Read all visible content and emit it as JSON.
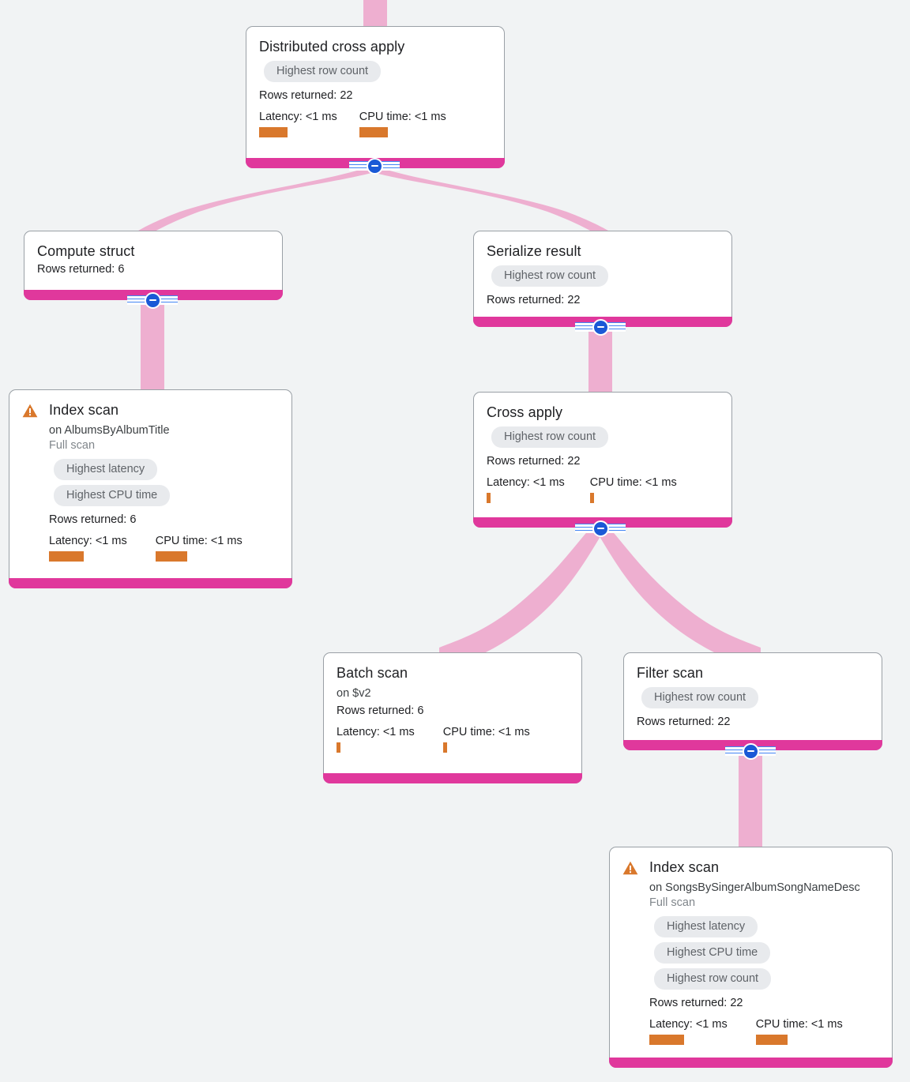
{
  "diagram": {
    "kind": "query-execution-plan",
    "background_color": "#f1f3f4",
    "colors": {
      "edge": "#eeafd0",
      "node_footer": "#e0389c",
      "metric_bar": "#d9782c",
      "chip_bg": "#e8eaed",
      "chip_text": "#5f6368",
      "warning": "#d9782c",
      "toggle": "#1a59d6"
    },
    "labels": {
      "rows_prefix": "Rows returned:",
      "latency_label": "Latency:",
      "cpu_label": "CPU time:",
      "on_prefix": "on",
      "toggle_title": "Collapse node"
    }
  },
  "nodes": [
    {
      "id": "distributed-cross-apply",
      "title": "Distributed cross apply",
      "subtitle": null,
      "scan_type": null,
      "warning": false,
      "chips": [
        "Highest row count"
      ],
      "rows_returned": "Rows returned: 22",
      "latency": "Latency: <1 ms",
      "cpu_time": "CPU time: <1 ms",
      "latency_bar_width": 36,
      "cpu_bar_width": 36,
      "has_toggle": true
    },
    {
      "id": "compute-struct",
      "title": "Compute struct",
      "subtitle": null,
      "scan_type": null,
      "warning": false,
      "chips": [],
      "rows_returned": "Rows returned: 6",
      "latency": null,
      "cpu_time": null,
      "latency_bar_width": 0,
      "cpu_bar_width": 0,
      "has_toggle": true
    },
    {
      "id": "serialize-result",
      "title": "Serialize result",
      "subtitle": null,
      "scan_type": null,
      "warning": false,
      "chips": [
        "Highest row count"
      ],
      "rows_returned": "Rows returned: 22",
      "latency": null,
      "cpu_time": null,
      "latency_bar_width": 0,
      "cpu_bar_width": 0,
      "has_toggle": true
    },
    {
      "id": "index-scan-albums",
      "title": "Index scan",
      "subtitle": "on AlbumsByAlbumTitle",
      "scan_type": "Full scan",
      "warning": true,
      "chips": [
        "Highest latency",
        "Highest CPU time"
      ],
      "rows_returned": "Rows returned: 6",
      "latency": "Latency: <1 ms",
      "cpu_time": "CPU time: <1 ms",
      "latency_bar_width": 44,
      "cpu_bar_width": 40,
      "has_toggle": false
    },
    {
      "id": "cross-apply",
      "title": "Cross apply",
      "subtitle": null,
      "scan_type": null,
      "warning": false,
      "chips": [
        "Highest row count"
      ],
      "rows_returned": "Rows returned: 22",
      "latency": "Latency: <1 ms",
      "cpu_time": "CPU time: <1 ms",
      "latency_bar_width": 5,
      "cpu_bar_width": 5,
      "has_toggle": true
    },
    {
      "id": "batch-scan",
      "title": "Batch scan",
      "subtitle": "on $v2",
      "scan_type": null,
      "warning": false,
      "chips": [],
      "rows_returned": "Rows returned: 6",
      "latency": "Latency: <1 ms",
      "cpu_time": "CPU time: <1 ms",
      "latency_bar_width": 5,
      "cpu_bar_width": 5,
      "has_toggle": false
    },
    {
      "id": "filter-scan",
      "title": "Filter scan",
      "subtitle": null,
      "scan_type": null,
      "warning": false,
      "chips": [
        "Highest row count"
      ],
      "rows_returned": "Rows returned: 22",
      "latency": null,
      "cpu_time": null,
      "latency_bar_width": 0,
      "cpu_bar_width": 0,
      "has_toggle": true
    },
    {
      "id": "index-scan-songs",
      "title": "Index scan",
      "subtitle": "on SongsBySingerAlbumSongNameDesc",
      "scan_type": "Full scan",
      "warning": true,
      "chips": [
        "Highest latency",
        "Highest CPU time",
        "Highest row count"
      ],
      "rows_returned": "Rows returned: 22",
      "latency": "Latency: <1 ms",
      "cpu_time": "CPU time: <1 ms",
      "latency_bar_width": 44,
      "cpu_bar_width": 40,
      "has_toggle": false
    }
  ],
  "edges": [
    {
      "from": "root-inlet",
      "to": "distributed-cross-apply"
    },
    {
      "from": "distributed-cross-apply",
      "to": "compute-struct"
    },
    {
      "from": "distributed-cross-apply",
      "to": "serialize-result"
    },
    {
      "from": "compute-struct",
      "to": "index-scan-albums"
    },
    {
      "from": "serialize-result",
      "to": "cross-apply"
    },
    {
      "from": "cross-apply",
      "to": "batch-scan"
    },
    {
      "from": "cross-apply",
      "to": "filter-scan"
    },
    {
      "from": "filter-scan",
      "to": "index-scan-songs"
    }
  ]
}
